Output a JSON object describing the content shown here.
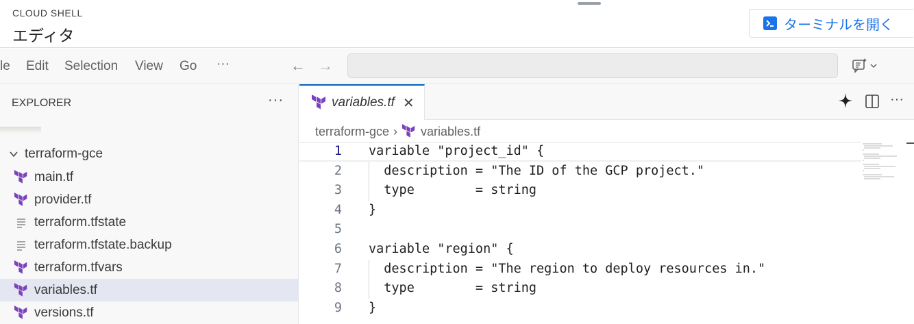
{
  "cloud_shell": {
    "label": "CLOUD SHELL",
    "title": "エディタ",
    "open_terminal": "ターミナルを開く"
  },
  "menubar": {
    "items": [
      "le",
      "Edit",
      "Selection",
      "View",
      "Go",
      "···"
    ]
  },
  "sidebar": {
    "title": "EXPLORER",
    "more": "···",
    "folder": "terraform-gce",
    "files": [
      {
        "name": "main.tf",
        "icon": "terraform-icon"
      },
      {
        "name": "provider.tf",
        "icon": "terraform-icon"
      },
      {
        "name": "terraform.tfstate",
        "icon": "text-file-icon"
      },
      {
        "name": "terraform.tfstate.backup",
        "icon": "text-file-icon"
      },
      {
        "name": "terraform.tfvars",
        "icon": "terraform-icon"
      },
      {
        "name": "variables.tf",
        "icon": "terraform-icon",
        "selected": true
      },
      {
        "name": "versions.tf",
        "icon": "terraform-icon"
      }
    ]
  },
  "editor": {
    "tab": {
      "label": "variables.tf",
      "close": "✕"
    },
    "breadcrumbs": {
      "folder": "terraform-gce",
      "separator": "›",
      "file": "variables.tf"
    },
    "current_line": 1,
    "lines": [
      {
        "n": "1",
        "text": "variable \"project_id\" {"
      },
      {
        "n": "2",
        "text": "  description = \"The ID of the GCP project.\""
      },
      {
        "n": "3",
        "text": "  type        = string"
      },
      {
        "n": "4",
        "text": "}"
      },
      {
        "n": "5",
        "text": ""
      },
      {
        "n": "6",
        "text": "variable \"region\" {"
      },
      {
        "n": "7",
        "text": "  description = \"The region to deploy resources in.\""
      },
      {
        "n": "8",
        "text": "  type        = string"
      },
      {
        "n": "9",
        "text": "}"
      }
    ]
  },
  "colors": {
    "accent": "#1a73e8",
    "terraform": "#7b42bc",
    "active_tab_border": "#005fb8",
    "selected_row": "#e4e6f1"
  }
}
